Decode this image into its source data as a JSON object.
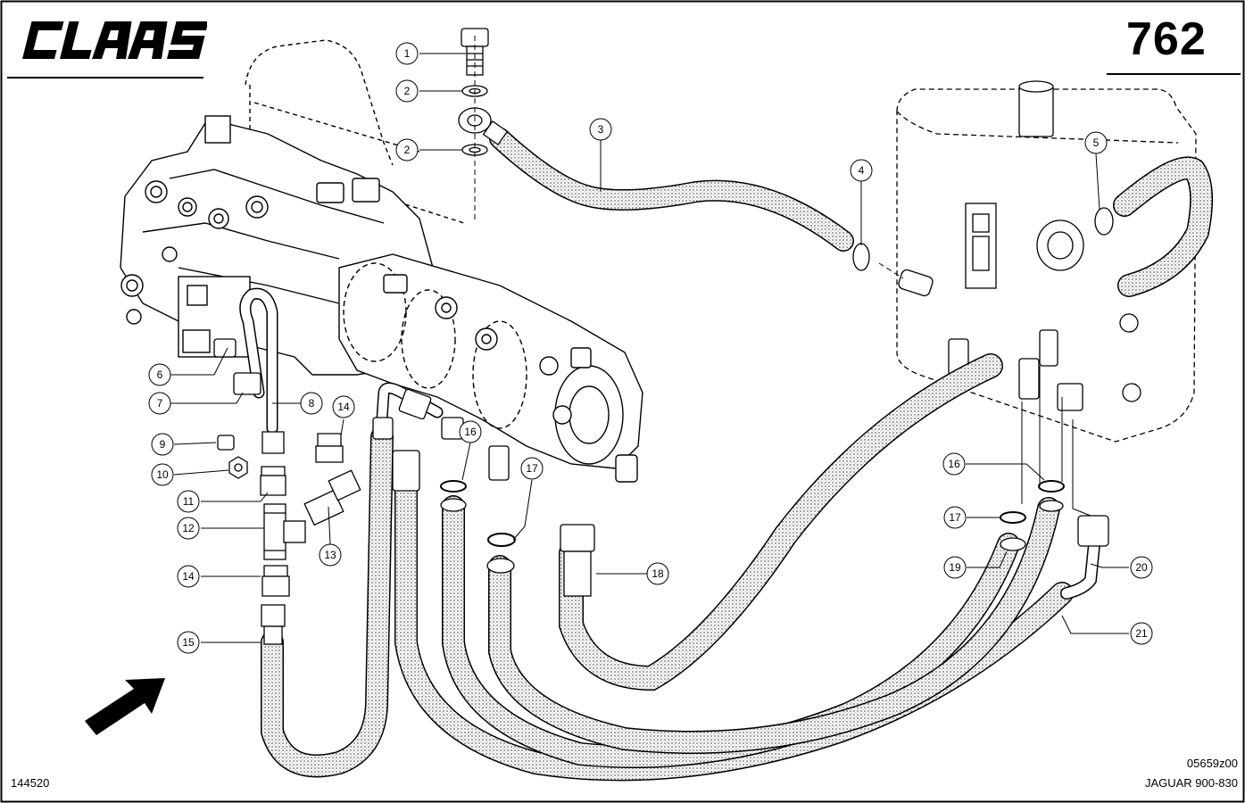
{
  "header": {
    "brand": "CLAAS",
    "page_number": "762"
  },
  "footer": {
    "left_code": "144520",
    "drawing_code": "05659z00",
    "model": "JAGUAR 900-830"
  },
  "callouts": [
    "1",
    "2",
    "2",
    "3",
    "4",
    "5",
    "6",
    "7",
    "8",
    "9",
    "10",
    "11",
    "12",
    "13",
    "14",
    "14",
    "15",
    "16",
    "16",
    "17",
    "17",
    "18",
    "19",
    "20",
    "21"
  ]
}
